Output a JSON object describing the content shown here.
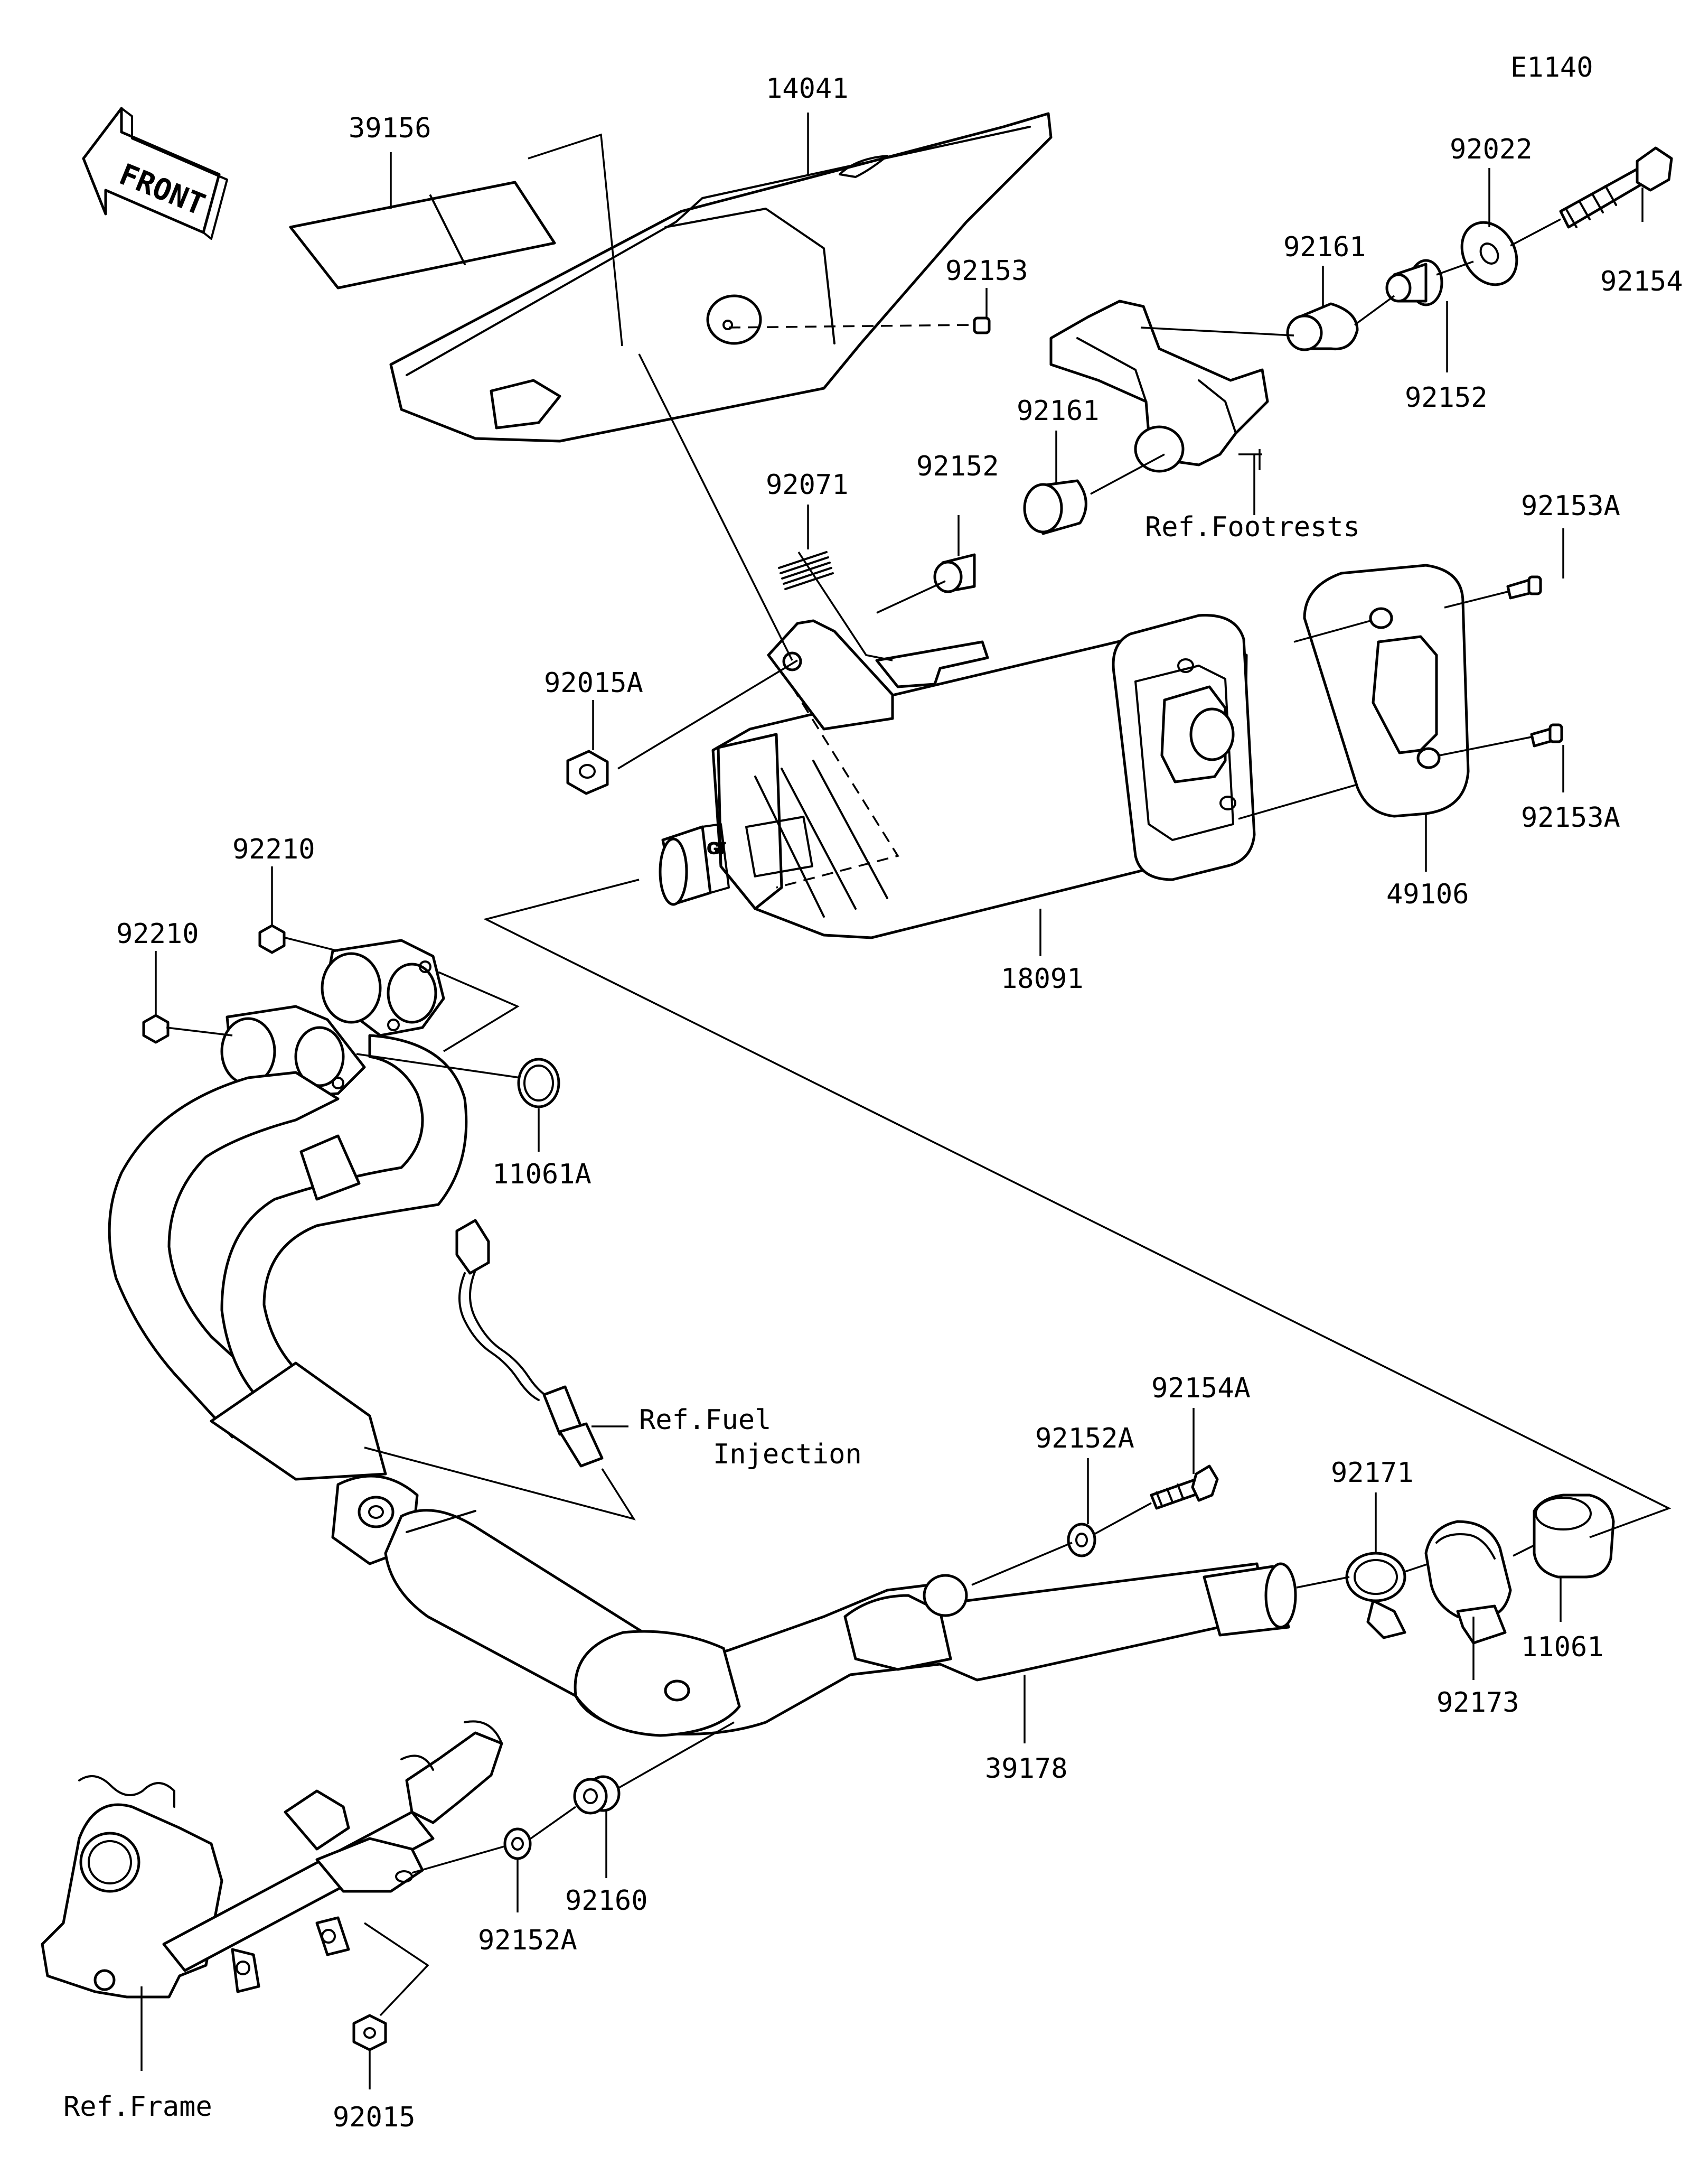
{
  "diagram_id": "E1140",
  "front_arrow_label": "FRONT",
  "parts": {
    "p39156": "39156",
    "p14041": "14041",
    "p92022": "92022",
    "p92153": "92153",
    "p92161_top": "92161",
    "p92154": "92154",
    "p92152_top": "92152",
    "p92161_mid": "92161",
    "p92071": "92071",
    "p92152_mid": "92152",
    "p92153A_top": "92153A",
    "p92015A": "92015A",
    "p92153A_bot": "92153A",
    "p49106": "49106",
    "p18091": "18091",
    "p92210_top": "92210",
    "p92210_left": "92210",
    "p11061A": "11061A",
    "p92154A": "92154A",
    "p92152A_mid": "92152A",
    "p92171": "92171",
    "p11061": "11061",
    "p92173": "92173",
    "p39178": "39178",
    "p92160": "92160",
    "p92152A_bot": "92152A",
    "p92015": "92015"
  },
  "refs": {
    "footrests": "Ref.Footrests",
    "fuel_line1": "Ref.Fuel",
    "fuel_line2": "Injection",
    "frame": "Ref.Frame"
  }
}
